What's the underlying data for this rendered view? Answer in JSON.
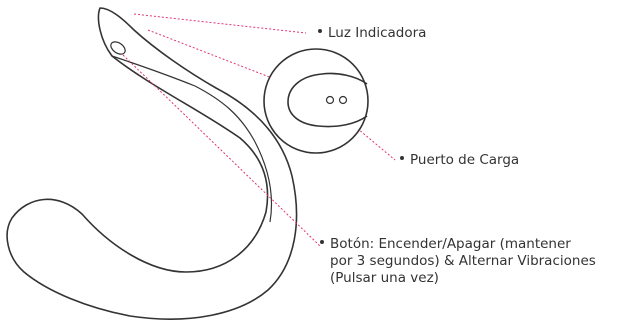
{
  "colors": {
    "outline": "#333333",
    "leader": "#e0337a",
    "text": "#333333",
    "background": "#ffffff"
  },
  "labels": {
    "indicator_light": "Luz Indicadora",
    "charging_port": "Puerto de Carga",
    "button_line1": "Botón: Encender/Apagar (mantener",
    "button_line2": "por 3 segundos) & Alternar Vibraciones",
    "button_line3": "(Pulsar una vez)"
  }
}
